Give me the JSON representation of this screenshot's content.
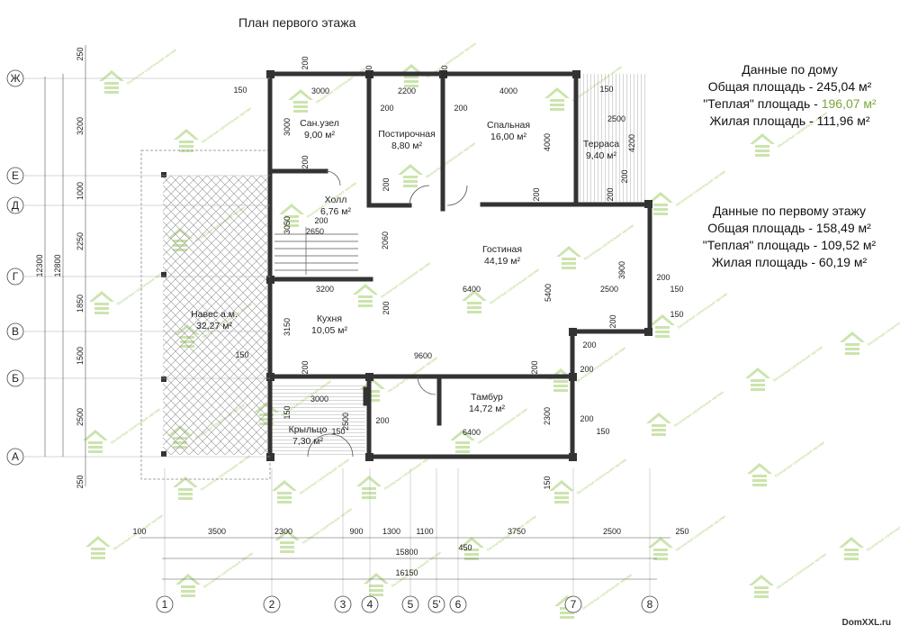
{
  "title": "План первого этажа",
  "house_data": {
    "heading": "Данные по дому",
    "total_prefix": "Общая площадь - ",
    "total_value": "245,04 м²",
    "warm_prefix": "\"Теплая\" площадь - ",
    "warm_value": "196,07 м²",
    "living_prefix": "Жилая площадь - ",
    "living_value": "111,96 м²"
  },
  "floor_data": {
    "heading": "Данные по первому этажу",
    "total_prefix": "Общая площадь - ",
    "total_value": "158,49 м²",
    "warm_prefix": "\"Теплая\" площадь - ",
    "warm_value": "109,52 м²",
    "living_prefix": "Жилая площадь - ",
    "living_value": "60,19 м²"
  },
  "rooms": {
    "bathroom": {
      "name": "Сан.узел",
      "area": "9,00 м²"
    },
    "laundry": {
      "name": "Постирочная",
      "area": "8,80 м²"
    },
    "bedroom": {
      "name": "Спальная",
      "area": "16,00 м²"
    },
    "terrace": {
      "name": "Терраса",
      "area": "9,40 м²"
    },
    "hall": {
      "name": "Холл",
      "area": "6,76 м²"
    },
    "living": {
      "name": "Гостиная",
      "area": "44,19 м²"
    },
    "canopy": {
      "name": "Навес а.м.",
      "area": "32,27 м²"
    },
    "kitchen": {
      "name": "Кухня",
      "area": "10,05 м²"
    },
    "vestibule": {
      "name": "Тамбур",
      "area": "14,72 м²"
    },
    "porch": {
      "name": "Крыльцо",
      "area": "7,30 м²"
    }
  },
  "row_axes": [
    "Ж",
    "Е",
    "Д",
    "Г",
    "В",
    "Б",
    "А"
  ],
  "col_axes": [
    "1",
    "2",
    "3",
    "4",
    "5",
    "5'",
    "6",
    "7",
    "8"
  ],
  "left_dims": [
    "250",
    "3200",
    "1000",
    "2250",
    "1850",
    "1500",
    "2500",
    "250"
  ],
  "left_totals": [
    "12800",
    "12300"
  ],
  "bottom_dims": [
    "100",
    "3500",
    "2300",
    "900",
    "1300",
    "1100",
    "3750",
    "2500",
    "250"
  ],
  "bottom_extra": "450",
  "bottom_totals": [
    "15800",
    "16150"
  ],
  "inner_dims": {
    "d3000_top": "3000",
    "d2200": "2200",
    "d4000": "4000",
    "d150_tl": "150",
    "d200_top1": "200",
    "d200_top2": "200",
    "d200_top3": "200",
    "d200_top4": "200",
    "d200_top5": "200",
    "d3000_v": "3000",
    "d4000_v": "4000",
    "d150_ter": "150",
    "d2500_ter": "2500",
    "d4200": "4200",
    "d200_ter": "200",
    "d200_b1": "200",
    "d200_b2": "200",
    "d200_b3": "200",
    "d200_b4": "200",
    "d3050": "3050",
    "d2650": "2650",
    "d2060": "2060",
    "d200_hall": "200",
    "d3200": "3200",
    "d6400": "6400",
    "d2500_r": "2500",
    "d5400": "5400",
    "d3900": "3900",
    "d200_r1": "200",
    "d150_r1": "150",
    "d200_r2": "200",
    "d150_r2": "150",
    "d200_r3": "200",
    "d200_k": "200",
    "d3150": "3150",
    "d150_k": "150",
    "d9600": "9600",
    "d200_k2": "200",
    "d200_k3": "200",
    "d200_k4": "200",
    "d3000_p": "3000",
    "d150_p": "150",
    "d2500_p": "2500",
    "d200_p": "200",
    "d150_p2": "150",
    "d6400_b": "6400",
    "d2300": "2300",
    "d200_v": "200",
    "d150_v": "150",
    "d150_bot": "150"
  },
  "watermark_text": "Бесплатные строительные чертежи",
  "brand": "DomXXL.ru"
}
